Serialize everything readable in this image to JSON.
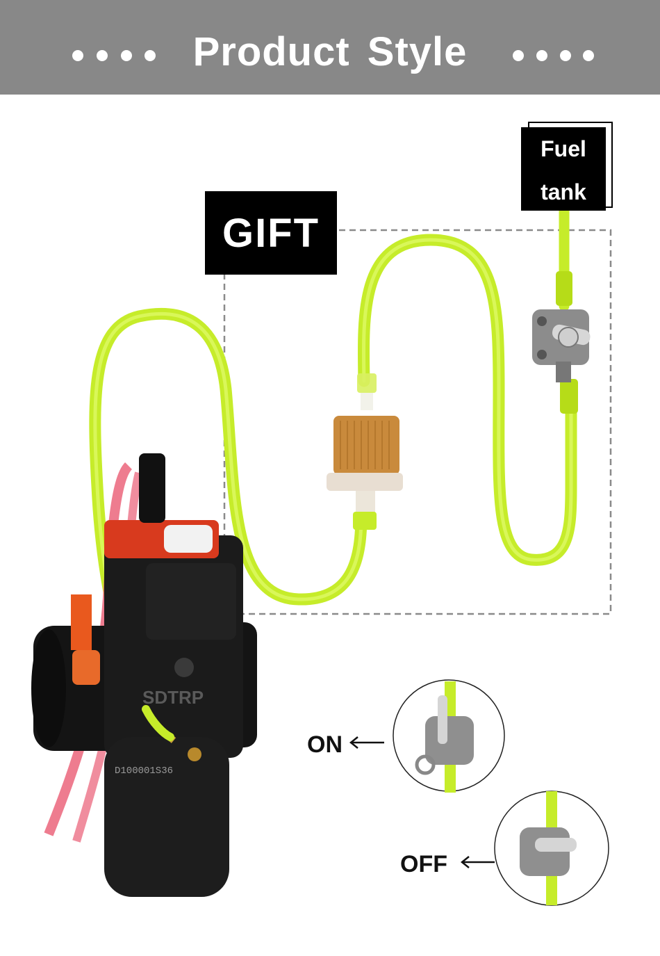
{
  "banner": {
    "title": "Product  Style",
    "background": "#888888"
  },
  "labels": {
    "gift": "GIFT",
    "fuel_tank_line1": "Fuel",
    "fuel_tank_line2": "tank",
    "on": "ON",
    "off": "OFF"
  },
  "carburetor": {
    "brand_mark": "SDTRP",
    "serial": "D100001S36"
  },
  "colors": {
    "hose": "#ccf034",
    "hose_dark": "#b4d81c",
    "vent_tube": "#e8506a",
    "carb_body": "#1a1a1a",
    "carb_top": "#d83a1e",
    "filter": "#c98a3c"
  }
}
